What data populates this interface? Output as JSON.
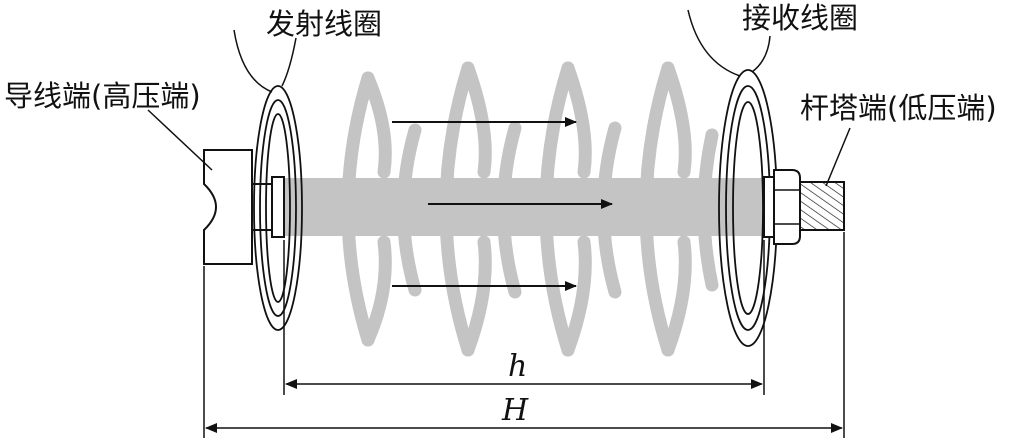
{
  "labels": {
    "transmit_coil": "发射线圈",
    "receive_coil": "接收线圈",
    "conductor_end": "导线端(高压端)",
    "tower_end": "杆塔端(低压端)",
    "inner_length": "h",
    "total_length": "H"
  },
  "colors": {
    "ink": "#111111",
    "insulator_gray": "#c4c4c4",
    "background": "#ffffff"
  }
}
